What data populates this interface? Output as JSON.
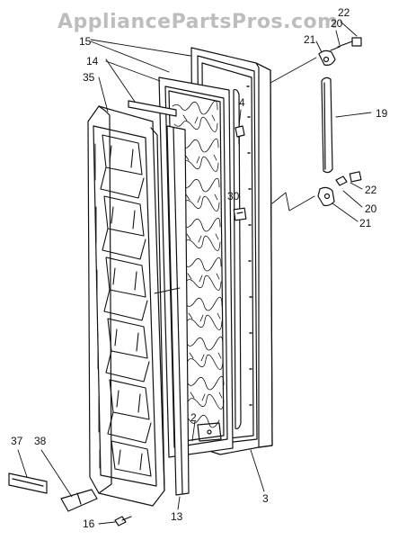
{
  "watermark": "AppliancePartsPros.com",
  "callouts": {
    "c22a": "22",
    "c20a": "20",
    "c21a": "21",
    "c15": "15",
    "c14": "14",
    "c35": "35",
    "c4": "4",
    "c19": "19",
    "c30": "30",
    "c22b": "22",
    "c20b": "20",
    "c21b": "21",
    "c2": "2",
    "c3": "3",
    "c37": "37",
    "c38": "38",
    "c16": "16",
    "c13": "13"
  }
}
